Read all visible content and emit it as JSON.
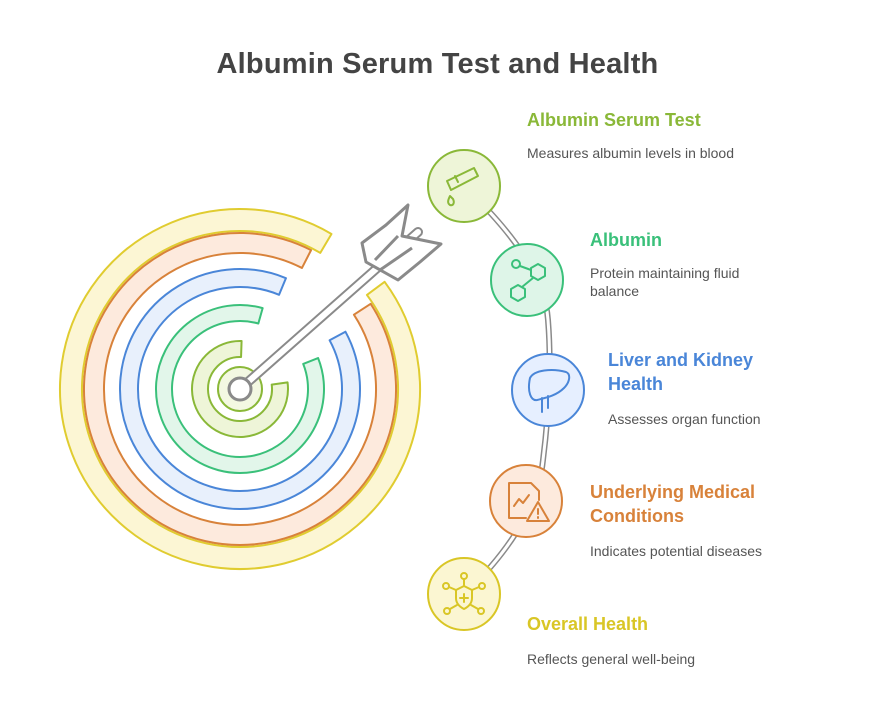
{
  "title": "Albumin Serum Test and Health",
  "items": [
    {
      "title": "Albumin Serum Test",
      "description": "Measures albumin levels in blood",
      "color": "#8ab838",
      "fill": "#eef5d8",
      "icon": "test-tube-icon"
    },
    {
      "title": "Albumin",
      "description": "Protein maintaining fluid balance",
      "color": "#3ac07a",
      "fill": "#def5e8",
      "icon": "molecule-icon"
    },
    {
      "title": "Liver and Kidney Health",
      "description": "Assesses organ function",
      "color": "#4a86d8",
      "fill": "#e6efff",
      "icon": "liver-icon"
    },
    {
      "title": "Underlying Medical Conditions",
      "description": "Indicates potential diseases",
      "color": "#d8823a",
      "fill": "#fdeadd",
      "icon": "warning-chart-icon"
    },
    {
      "title": "Overall Health",
      "description": "Reflects general well-being",
      "color": "#d9c626",
      "fill": "#fbf6d2",
      "icon": "shield-network-icon"
    }
  ],
  "target_rings": [
    {
      "stroke": "#e0cc30",
      "fill": "#fcf6d4"
    },
    {
      "stroke": "#d8823a",
      "fill": "#fdeadd"
    },
    {
      "stroke": "#4a86d8",
      "fill": "#e8f0fc"
    },
    {
      "stroke": "#3ac07a",
      "fill": "#e2f6ea"
    },
    {
      "stroke": "#8ab838",
      "fill": "#eef5d8"
    }
  ],
  "arrow_color": "#8a8a8a"
}
